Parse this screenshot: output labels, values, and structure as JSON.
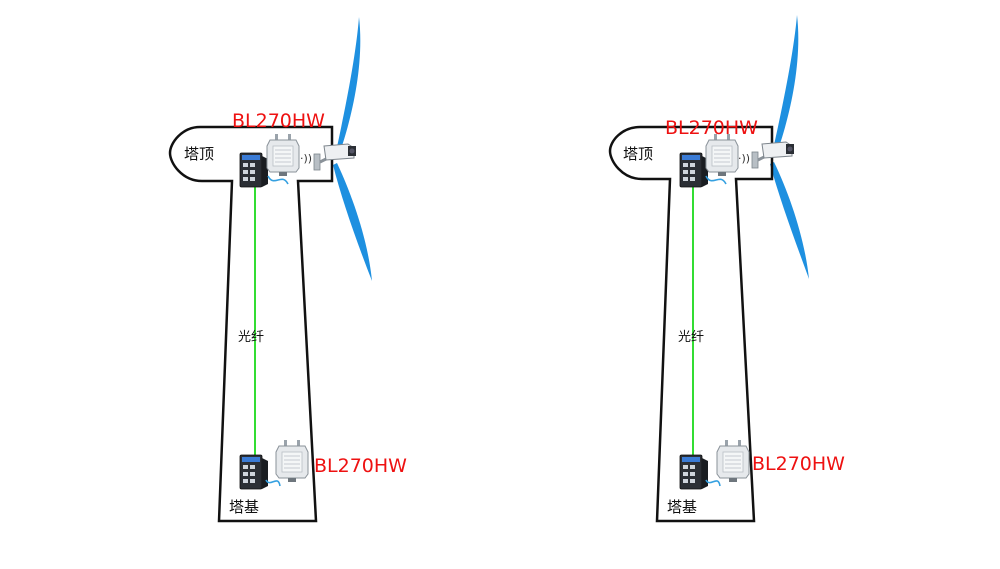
{
  "turbines": [
    {
      "top_device_label": "BL270HW",
      "base_device_label": "BL270HW",
      "top_label": "塔顶",
      "base_label": "塔基",
      "fiber_label": "光纤"
    },
    {
      "top_device_label": "BL270HW",
      "base_device_label": "BL270HW",
      "top_label": "塔顶",
      "base_label": "塔基",
      "fiber_label": "光纤"
    }
  ],
  "colors": {
    "blade": "#1e90e0",
    "fiber": "#33dd33",
    "outline": "#111111",
    "label_red": "#ee1111"
  }
}
